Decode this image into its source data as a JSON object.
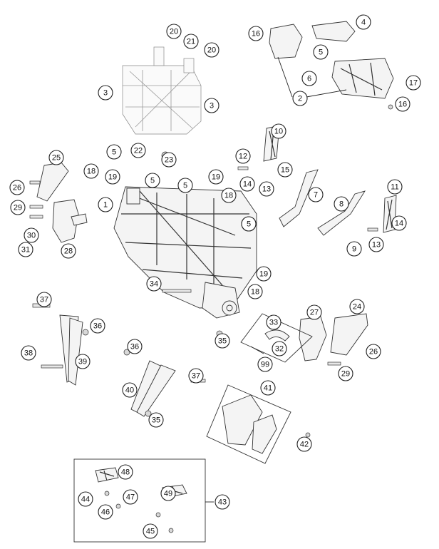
{
  "callouts": [
    "1",
    "2",
    "3",
    "3",
    "4",
    "5",
    "5",
    "5",
    "5",
    "5",
    "5",
    "6",
    "7",
    "8",
    "9",
    "10",
    "11",
    "12",
    "13",
    "13",
    "14",
    "14",
    "15",
    "16",
    "16",
    "17",
    "18",
    "18",
    "18",
    "19",
    "19",
    "19",
    "20",
    "20",
    "21",
    "22",
    "23",
    "24",
    "25",
    "26",
    "26",
    "27",
    "28",
    "29",
    "29",
    "30",
    "31",
    "32",
    "33",
    "34",
    "35",
    "35",
    "36",
    "36",
    "37",
    "37",
    "38",
    "39",
    "40",
    "41",
    "42",
    "43",
    "44",
    "45",
    "46",
    "47",
    "48",
    "49",
    "99"
  ]
}
